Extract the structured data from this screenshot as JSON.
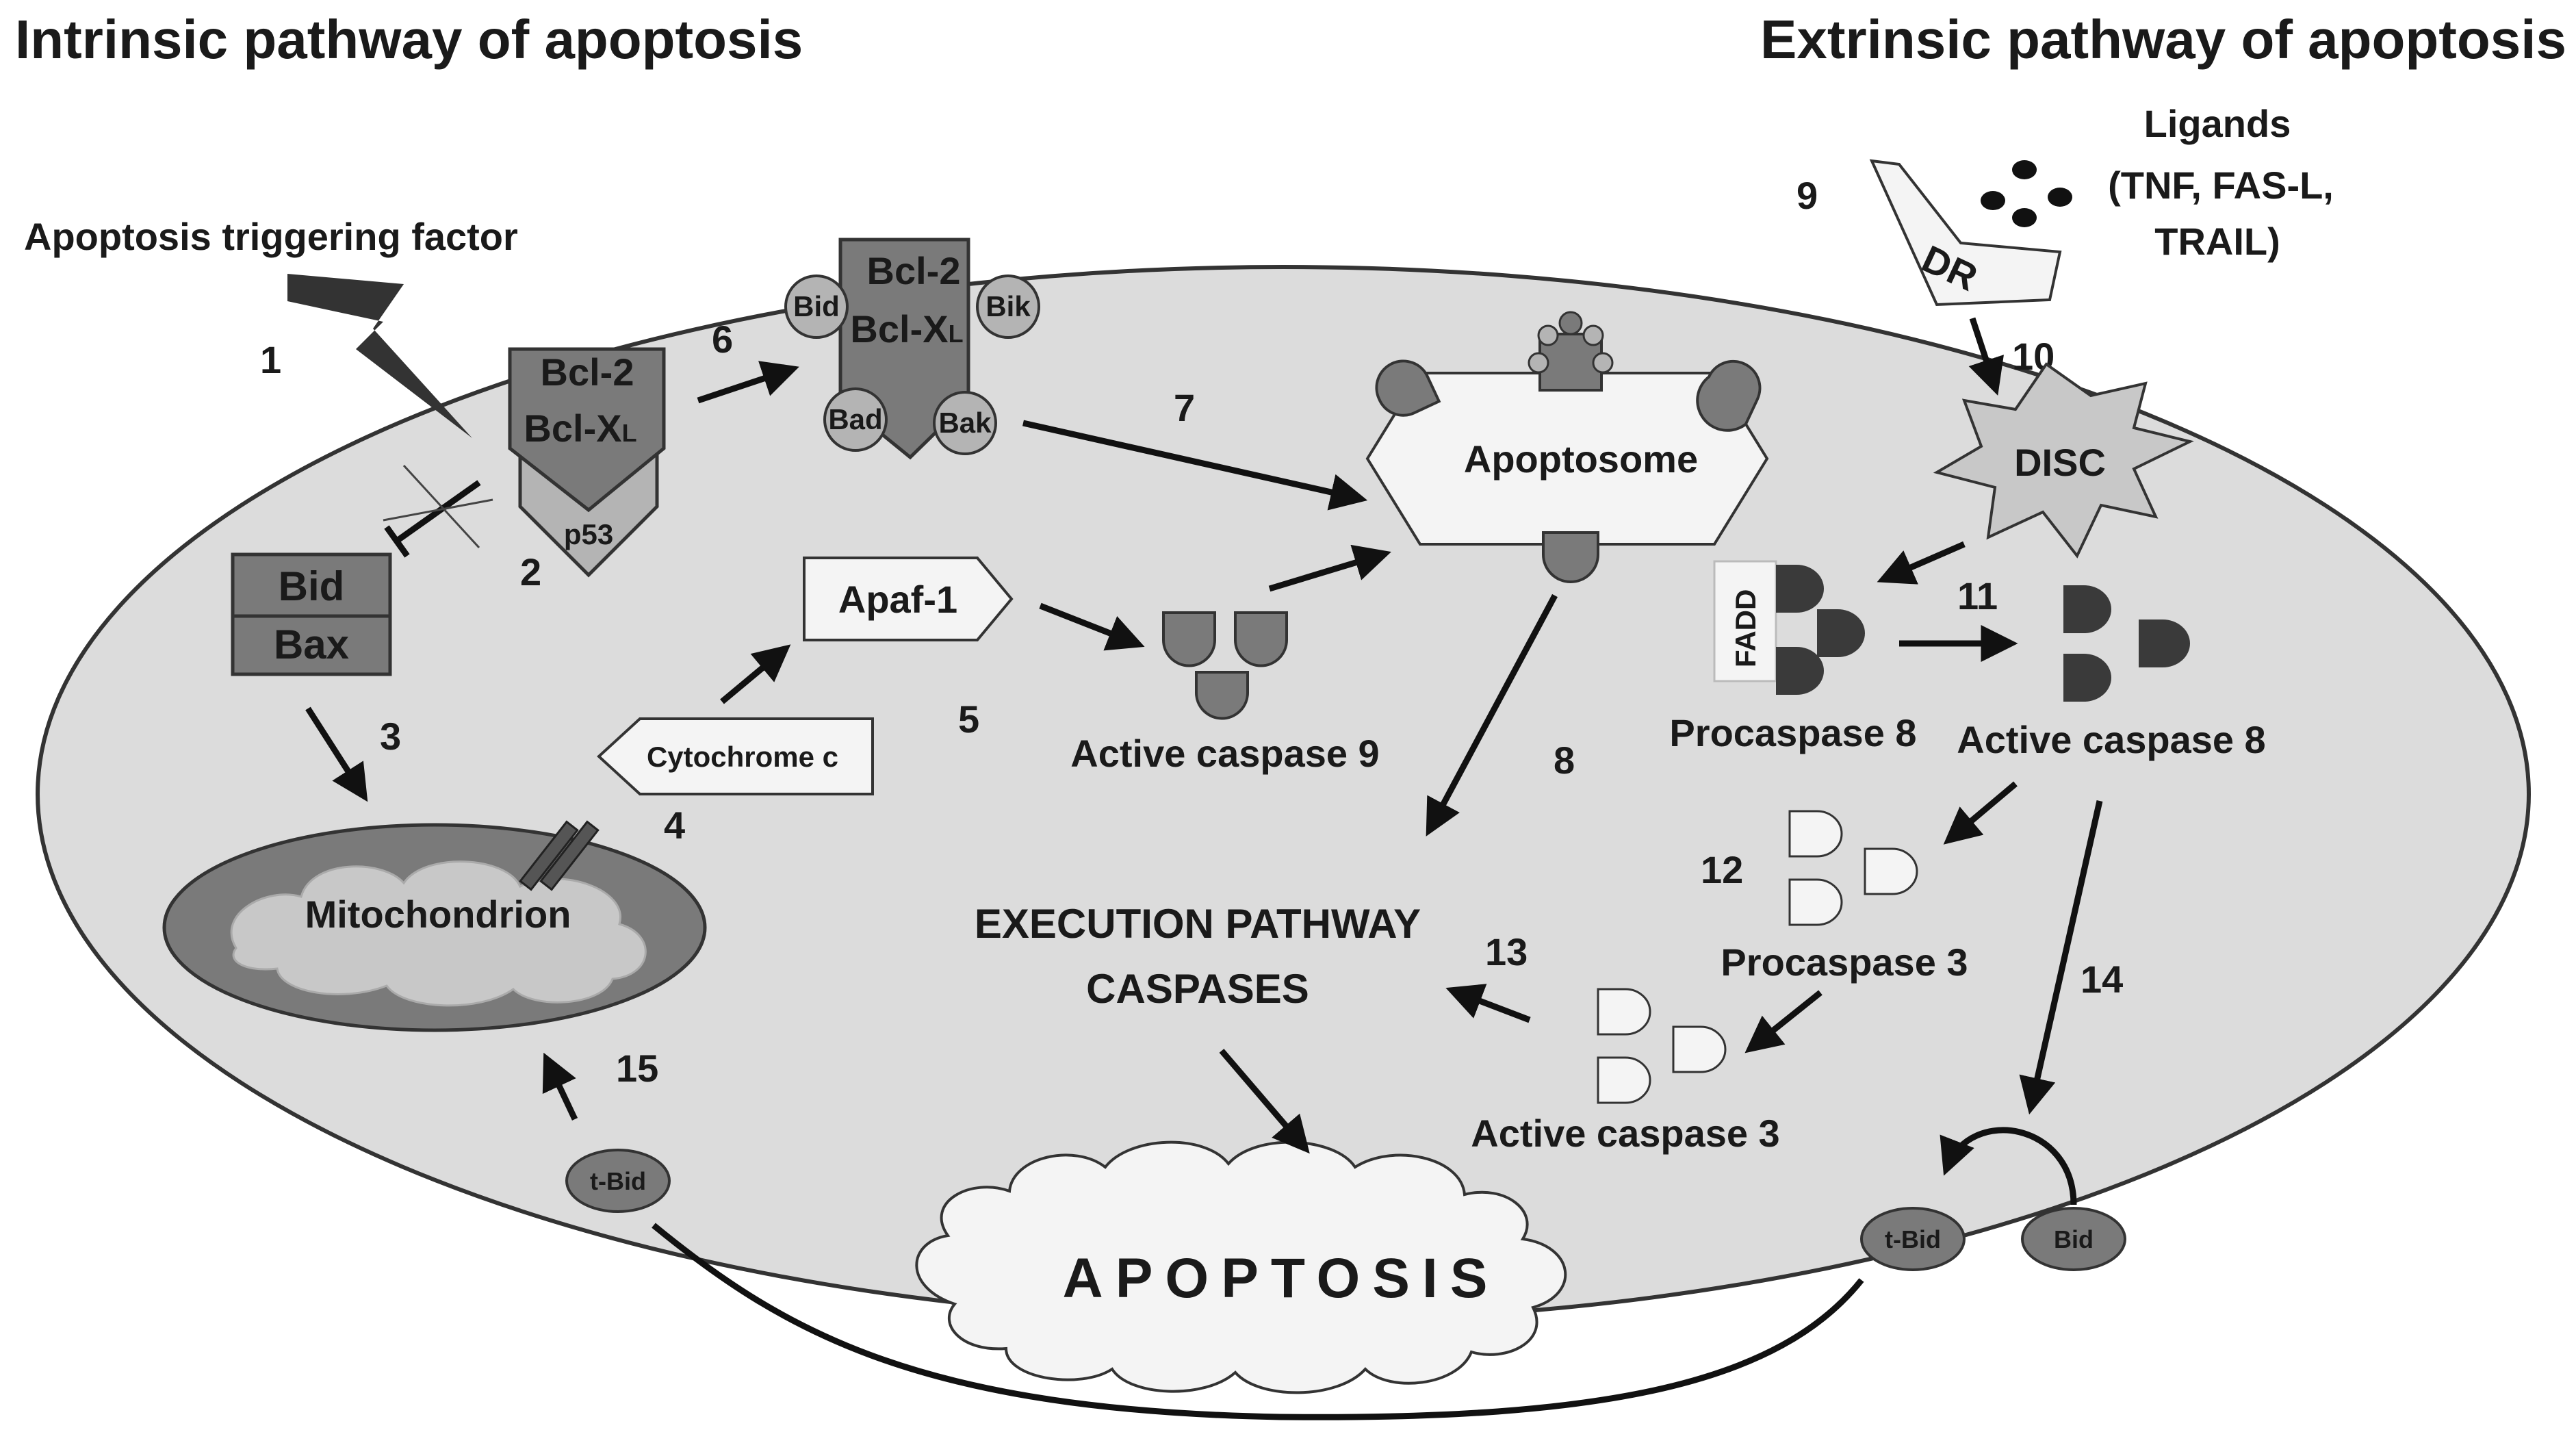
{
  "titles": {
    "intrinsic": "Intrinsic pathway of apoptosis",
    "extrinsic": "Extrinsic pathway of apoptosis"
  },
  "labels": {
    "trigger": "Apoptosis triggering factor",
    "ligands": "Ligands",
    "ligands_list_1": "(TNF, FAS-L,",
    "ligands_list_2": "TRAIL)",
    "dr": "DR",
    "disc": "DISC",
    "bcl2": "Bcl-2",
    "bclxl": "Bcl-X",
    "bclxl_sub": "L",
    "p53": "p53",
    "bid": "Bid",
    "bax": "Bax",
    "bik": "Bik",
    "bad": "Bad",
    "bak": "Bak",
    "apaf1": "Apaf-1",
    "cytochrome_c": "Cytochrome c",
    "mitochondrion": "Mitochondrion",
    "active_caspase_9": "Active caspase 9",
    "apoptosome": "Apoptosome",
    "fadd": "FADD",
    "procaspase_8": "Procaspase 8",
    "active_caspase_8": "Active caspase 8",
    "procaspase_3": "Procaspase 3",
    "active_caspase_3": "Active caspase 3",
    "execution_1": "EXECUTION PATHWAY",
    "execution_2": "CASPASES",
    "apoptosis": "APOPTOSIS",
    "tbid": "t-Bid",
    "bid_ext": "Bid"
  },
  "steps": {
    "s1": "1",
    "s2": "2",
    "s3": "3",
    "s4": "4",
    "s5": "5",
    "s6": "6",
    "s7": "7",
    "s8": "8",
    "s9": "9",
    "s10": "10",
    "s11": "11",
    "s12": "12",
    "s13": "13",
    "s14": "14",
    "s15": "15"
  },
  "colors": {
    "cell_fill": "#dcdcdc",
    "dark_gray": "#7a7a7a",
    "mid_gray": "#b4b4b4",
    "caspase_dark": "#3a3a3a",
    "outline": "#1a1a1a"
  }
}
